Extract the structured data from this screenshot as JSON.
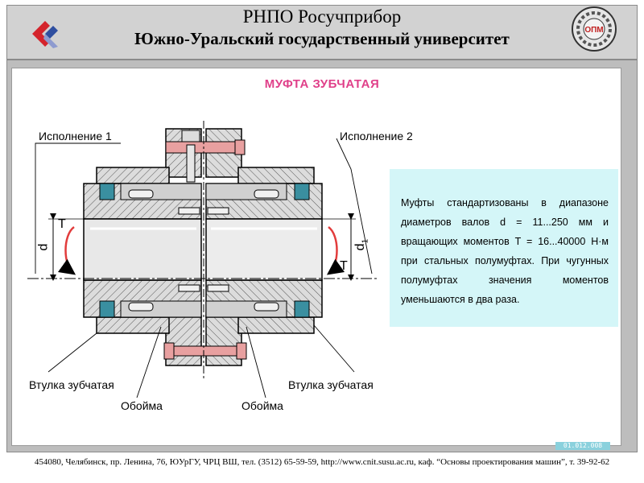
{
  "header": {
    "line1": "РНПО Росучприбор",
    "line2": "Южно-Уральский государственный университет",
    "emblem_text": "ОПМ"
  },
  "title": "МУФТА ЗУБЧАТАЯ",
  "labels": {
    "variant1": "Исполнение 1",
    "variant2": "Исполнение 2",
    "sleeve_left": "Втулка зубчатая",
    "sleeve_right": "Втулка зубчатая",
    "cage_left": "Обойма",
    "cage_right": "Обойма",
    "torque_left": "T",
    "torque_right": "T",
    "diameter_left": "d",
    "diameter_right": "d",
    "diameter_right_sub": "1"
  },
  "info_text": "Муфты стандартизованы в диапазоне диаметров валов d = 11...250 мм и вращающих моментов T = 16...40000 Н·м при стальных полумуфтах. При чугунных полумуфтах значения моментов уменьшаются в два раза.",
  "slide_code": "01.012.008",
  "footer": "454080, Челябинск, пр. Ленина, 76, ЮУрГУ, ЧРЦ ВШ, тел. (3512) 65-59-59, http://www.cnit.susu.ac.ru, каф. “Основы проектирования машин”, т. 39-92-62",
  "colors": {
    "title": "#e0408a",
    "info_background": "#d4f6f8",
    "hatch_part": "#dcdcdc",
    "bolt": "#e8a0a0",
    "seal": "#3a8fa0"
  }
}
